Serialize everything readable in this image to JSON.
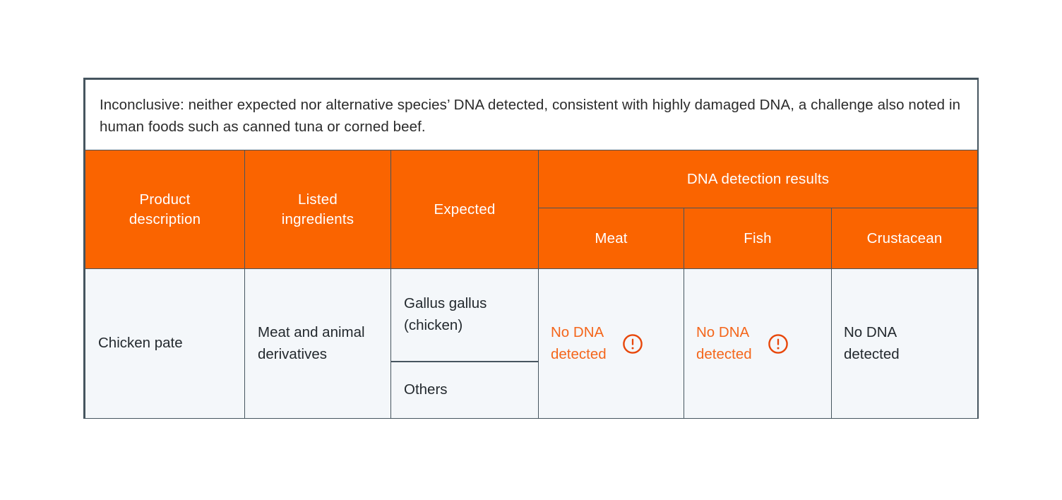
{
  "colors": {
    "header_orange": "#FA6400",
    "body_background": "#F4F7FA",
    "border": "#46555F",
    "alert_text": "#F4661B",
    "warning_icon": "#E8470A",
    "body_text": "#23292E",
    "page_background": "#FFFFFF"
  },
  "caption": {
    "text": "Inconclusive: neither expected nor alternative species’ DNA detected, consistent with highly damaged DNA, a challenge also noted in human foods such as canned tuna or corned beef."
  },
  "table": {
    "headers": {
      "product_description": "Product\ndescription",
      "listed_ingredients": "Listed\ningredients",
      "expected": "Expected",
      "dna_group": "DNA detection results",
      "meat": "Meat",
      "fish": "Fish",
      "crustacean": "Crustacean"
    },
    "rows": [
      {
        "product_description": "Chicken pate",
        "listed_ingredients": "Meat and animal derivatives",
        "expected_primary": "Gallus gallus (chicken)",
        "expected_secondary": "Others",
        "meat": {
          "text": "No DNA\ndetected",
          "alert": true,
          "icon": "warning-circle-icon"
        },
        "fish": {
          "text": "No DNA\ndetected",
          "alert": true,
          "icon": "warning-circle-icon"
        },
        "crustacean": {
          "text": "No DNA\ndetected",
          "alert": false,
          "icon": null
        }
      }
    ]
  }
}
